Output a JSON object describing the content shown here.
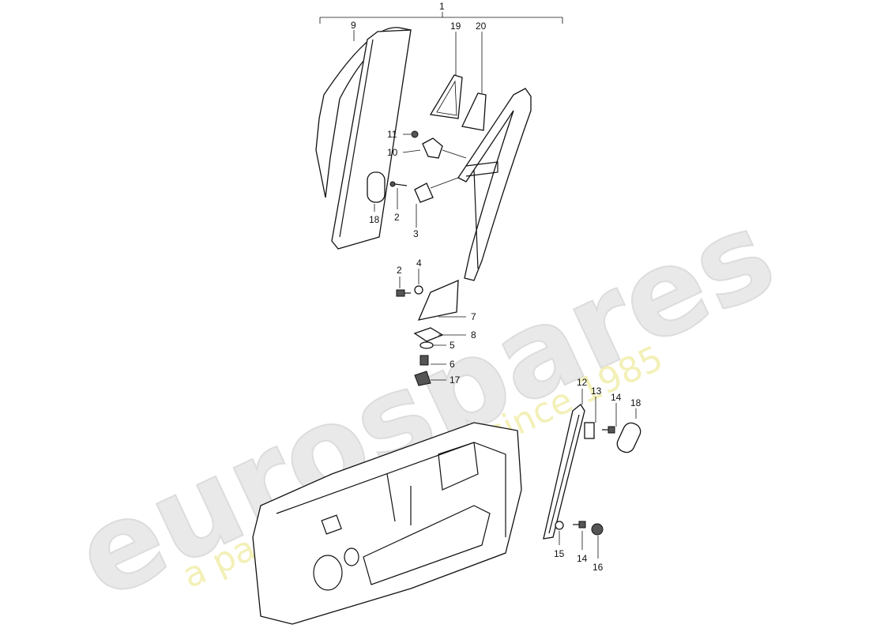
{
  "watermark": {
    "brand": "eurospares",
    "tagline": "a passion for parts since 1985"
  },
  "callouts": {
    "c1": "1",
    "c9": "9",
    "c19": "19",
    "c20": "20",
    "c11": "11",
    "c10": "10",
    "c18a": "18",
    "c2a": "2",
    "c3": "3",
    "c2b": "2",
    "c4": "4",
    "c7": "7",
    "c8": "8",
    "c5": "5",
    "c6": "6",
    "c17": "17",
    "c12": "12",
    "c13": "13",
    "c14a": "14",
    "c18b": "18",
    "c15": "15",
    "c14b": "14",
    "c16": "16"
  }
}
